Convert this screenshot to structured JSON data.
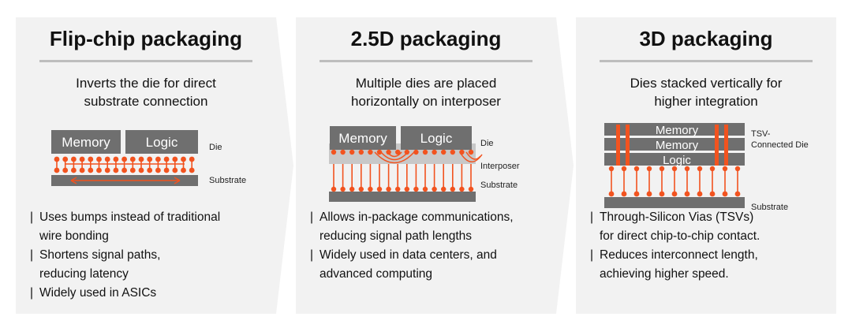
{
  "panels": [
    {
      "title": "Flip-chip packaging",
      "subtitle_line1": "Inverts the die for direct",
      "subtitle_line2": "substrate connection",
      "labels": {
        "memory": "Memory",
        "logic": "Logic",
        "die": "Die",
        "substrate": "Substrate"
      },
      "bullets": [
        [
          "Uses bumps instead of traditional",
          "wire bonding"
        ],
        [
          "Shortens signal paths,",
          "reducing latency"
        ],
        [
          "Widely used in ASICs"
        ]
      ]
    },
    {
      "title": "2.5D packaging",
      "subtitle_line1": "Multiple dies are placed",
      "subtitle_line2": "horizontally on interposer",
      "labels": {
        "memory": "Memory",
        "logic": "Logic",
        "die": "Die",
        "interposer": "Interposer",
        "substrate": "Substrate"
      },
      "bullets": [
        [
          "Allows in-package communications,",
          "reducing signal path lengths"
        ],
        [
          "Widely used in data centers, and",
          "advanced computing"
        ]
      ]
    },
    {
      "title": "3D packaging",
      "subtitle_line1": "Dies stacked vertically for",
      "subtitle_line2": "higher integration",
      "labels": {
        "memory1": "Memory",
        "memory2": "Memory",
        "logic": "Logic",
        "tsv_line1": "TSV-",
        "tsv_line2": "Connected Die",
        "substrate": "Substrate"
      },
      "bullets": [
        [
          "Through-Silicon Vias (TSVs)",
          "for direct chip-to-chip contact."
        ],
        [
          "Reduces interconnect length,",
          "achieving higher speed."
        ]
      ]
    }
  ],
  "colors": {
    "panel_bg": "#f2f2f2",
    "chip_gray": "#6f6f6f",
    "bump_orange": "#f2531f",
    "rule": "#bdbdbd",
    "bullet_bar": "#555555"
  }
}
